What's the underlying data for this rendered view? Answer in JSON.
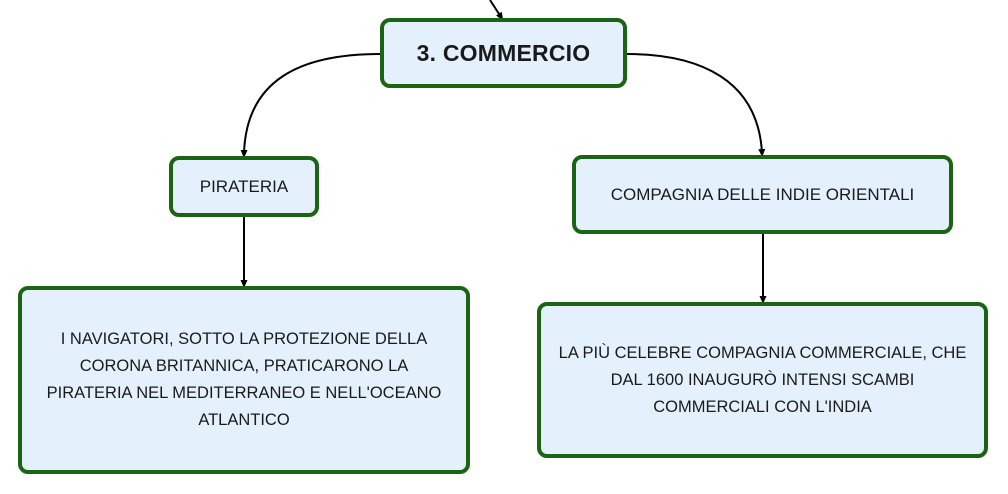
{
  "map": {
    "root": {
      "label": "3. COMMERCIO"
    },
    "branches": [
      {
        "label": "PIRATERIA",
        "detail": "I NAVIGATORI, SOTTO LA PROTEZIONE DELLA CORONA BRITANNICA, PRATICARONO LA PIRATERIA NEL MEDITERRANEO E NELL'OCEANO ATLANTICO"
      },
      {
        "label": "COMPAGNIA DELLE INDIE ORIENTALI",
        "detail": "LA PIÙ CELEBRE COMPAGNIA COMMERCIALE, CHE DAL 1600 INAUGURÒ INTENSI SCAMBI COMMERCIALI CON L'INDIA"
      }
    ]
  },
  "colors": {
    "node_fill": "#e4f1fc",
    "node_border": "#1b6414",
    "connector": "#000000",
    "text": "#1a1a1a"
  }
}
